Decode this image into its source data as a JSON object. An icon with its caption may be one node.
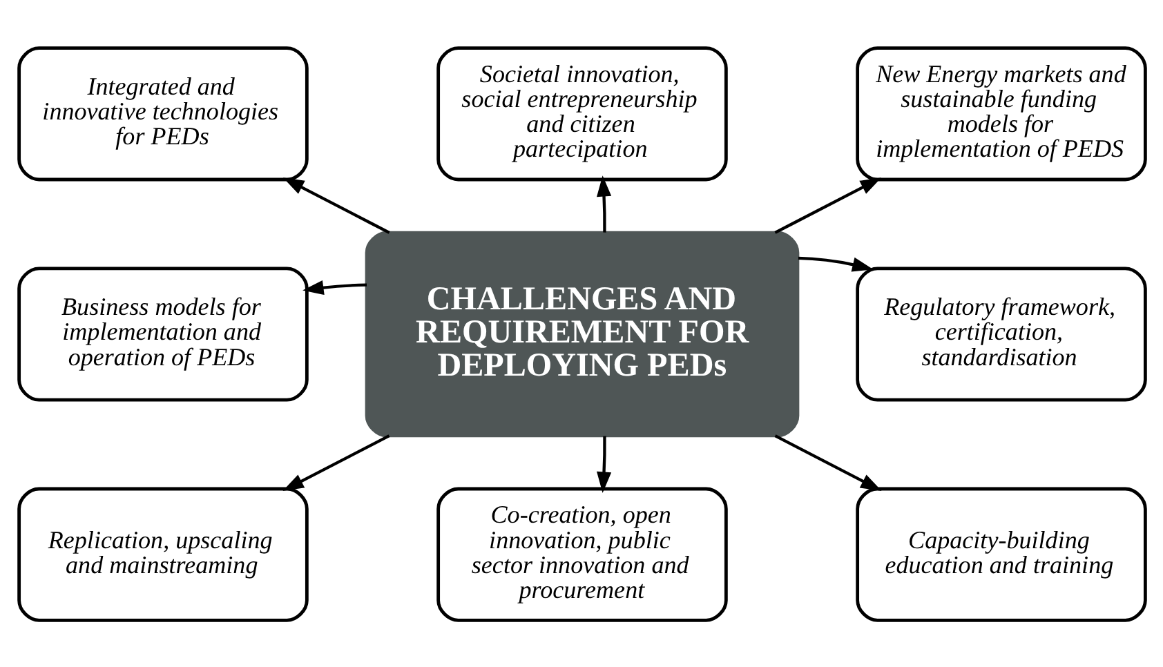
{
  "diagram": {
    "nodes": [
      {
        "text": [
          "Integrated and innovative technologies for PEDs"
        ]
      },
      {
        "text": [
          "Societal innovation, social entrepreneurship and citizen partecipation"
        ]
      },
      {
        "text": [
          "New Energy markets and sustainable funding models for implementation of PEDS"
        ]
      },
      {
        "text": [
          "Business models for implementation and operation of PEDs"
        ]
      },
      {
        "text": [
          "CHALLENGES AND REQUIREMENT FOR DEPLOYING PEDs"
        ]
      },
      {
        "text": [
          "Regulatory framework, certification, standardisation"
        ]
      },
      {
        "text": [
          "Replication, upscaling and mainstreaming"
        ]
      },
      {
        "text": [
          "Co-creation, open innovation, public sector innovation and procurement"
        ]
      },
      {
        "text": [
          "Capacity-building education and training"
        ]
      }
    ],
    "edges": [
      {
        "from": 4,
        "to": 0,
        "arrow": "to"
      },
      {
        "from": 4,
        "to": 1,
        "arrow": "to"
      },
      {
        "from": 4,
        "to": 2,
        "arrow": "to"
      },
      {
        "from": 4,
        "to": 3,
        "arrow": "to"
      },
      {
        "from": 4,
        "to": 5,
        "arrow": "to"
      },
      {
        "from": 4,
        "to": 6,
        "arrow": "to"
      },
      {
        "from": 4,
        "to": 7,
        "arrow": "to"
      },
      {
        "from": 4,
        "to": 8,
        "arrow": "to"
      }
    ]
  }
}
